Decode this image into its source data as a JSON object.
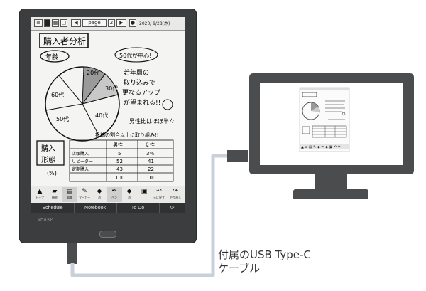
{
  "tablet": {
    "brand": "SHARP",
    "top_bar": {
      "page_label": "page",
      "page_number": "2",
      "date": "2020/ 9/28(木)"
    },
    "toolbar": [
      {
        "icon": "up-arrow",
        "label": "トップ"
      },
      {
        "icon": "briefcase",
        "label": "機能"
      },
      {
        "icon": "document",
        "label": "編集"
      },
      {
        "icon": "marker",
        "label": "マーカー"
      },
      {
        "icon": "diamond-tool",
        "label": "消"
      },
      {
        "icon": "pen",
        "label": "ペン"
      },
      {
        "icon": "eraser",
        "label": "消"
      },
      {
        "icon": "paste",
        "label": ""
      },
      {
        "icon": "undo",
        "label": "元に戻す"
      },
      {
        "icon": "redo",
        "label": "やり直し"
      }
    ],
    "bottom_tabs": [
      "Schedule",
      "Notebook",
      "To Do"
    ],
    "note": {
      "title": "購入者分析",
      "chart_label": "年齢",
      "pie_labels": [
        "20代",
        "30代",
        "40代",
        "50代",
        "60代"
      ],
      "comment_tag": "50代が中心!",
      "comment_lines": [
        "若年層の",
        "取り込みで",
        "更なるアップ",
        "が望まれる!!"
      ],
      "note_line": "男性比はほぼ半々",
      "table_caption": "投稿の割合以上に取り組み!!",
      "side_label_1": "購入",
      "side_label_2": "形態",
      "side_unit": "(%)",
      "table_headers": [
        "",
        "男性",
        "女性"
      ],
      "table_rows": [
        [
          "店頭購入",
          "5",
          "3%"
        ],
        [
          "リピーター",
          "52",
          "41"
        ],
        [
          "定期購入",
          "43",
          "22"
        ],
        [
          "",
          "100",
          "100"
        ]
      ]
    }
  },
  "cable": {
    "caption_line1": "付属のUSB Type-C",
    "caption_line2": "ケーブル"
  }
}
